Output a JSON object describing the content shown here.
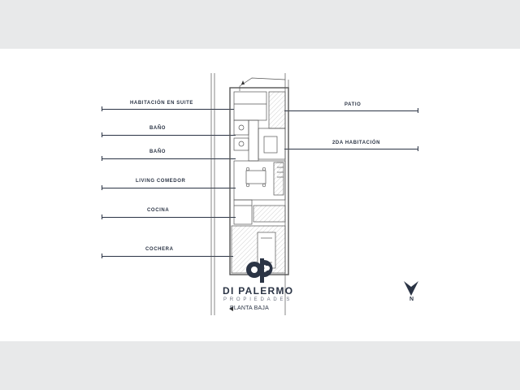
{
  "labels": {
    "habitacion_suite": "HABITACIÓN EN SUITE",
    "bano_1": "BAÑO",
    "bano_2": "BAÑO",
    "living_comedor": "LIVING COMEDOR",
    "cocina": "COCINA",
    "cochera": "COCHERA",
    "patio": "PATIO",
    "segunda_habitacion": "2DA HABITACIÓN"
  },
  "brand": {
    "name": "DI PALERMO",
    "subtitle": "PROPIEDADES"
  },
  "plan_title": "PLANTA BAJA",
  "north": "N",
  "colors": {
    "navy": "#2b3445",
    "plan_line": "#555555",
    "background": "#e8e9ea"
  }
}
